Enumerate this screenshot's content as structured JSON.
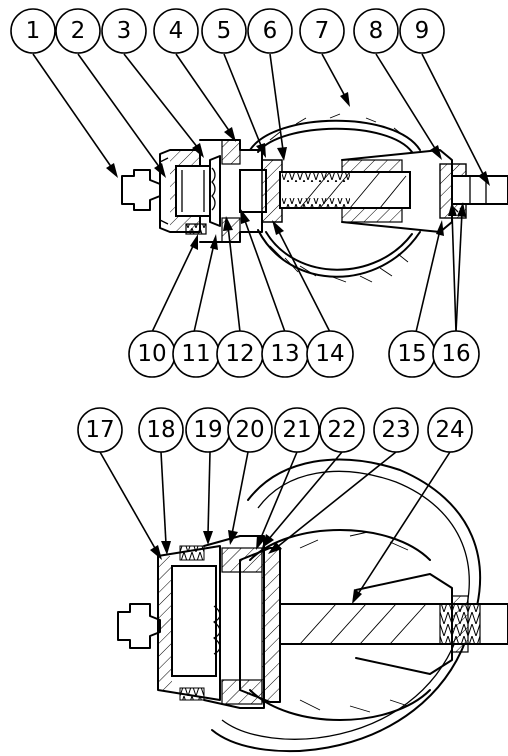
{
  "callouts_top": [
    "1",
    "2",
    "3",
    "4",
    "5",
    "6",
    "7",
    "8",
    "9",
    "10",
    "11",
    "12",
    "13",
    "14",
    "15",
    "16"
  ],
  "callouts_bottom": [
    "17",
    "18",
    "19",
    "20",
    "21",
    "22",
    "23",
    "24"
  ]
}
